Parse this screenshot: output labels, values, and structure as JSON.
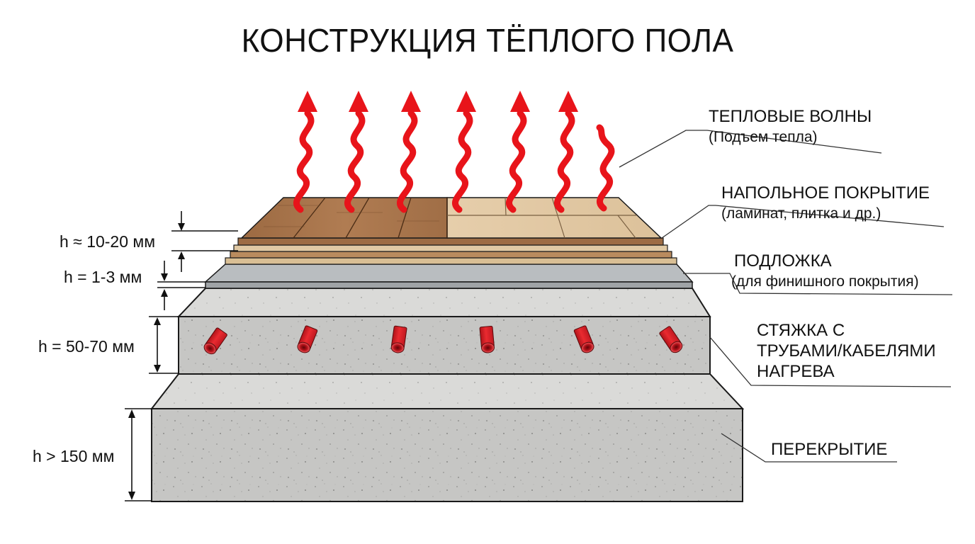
{
  "title": "КОНСТРУКЦИЯ ТЁПЛОГО ПОЛА",
  "labels": {
    "heat_waves": {
      "line1": "ТЕПЛОВЫЕ ВОЛНЫ",
      "line2": "(Подъем тепла)"
    },
    "floor_covering": {
      "line1": "НАПОЛЬНОЕ ПОКРЫТИЕ",
      "line2": "(ламинат, плитка и др.)"
    },
    "underlay": {
      "line1": "ПОДЛОЖКА",
      "line2": "(для финишного покрытия)"
    },
    "screed": {
      "line1": "СТЯЖКА С",
      "line2": "ТРУБАМИ/КАБЕЛЯМИ",
      "line3": "НАГРЕВА"
    },
    "slab": {
      "line1": "ПЕРЕКРЫТИЕ"
    }
  },
  "dimensions": {
    "floor_covering": "h ≈ 10-20 мм",
    "underlay": "h = 1-3 мм",
    "screed": "h = 50-70 мм",
    "slab": "h > 150 мм"
  },
  "colors": {
    "heat_arrow": "#e8141a",
    "pipe": "#d9161c",
    "wood_dark": "#a8744a",
    "wood_light": "#e3c9a0",
    "underlay": "#b8bcbf",
    "concrete": "#c9c9c7",
    "outline": "#1a1a1a"
  },
  "icons": [
    "heat-wave-arrow-icon",
    "heating-pipe-icon",
    "dimension-arrow-icon"
  ]
}
